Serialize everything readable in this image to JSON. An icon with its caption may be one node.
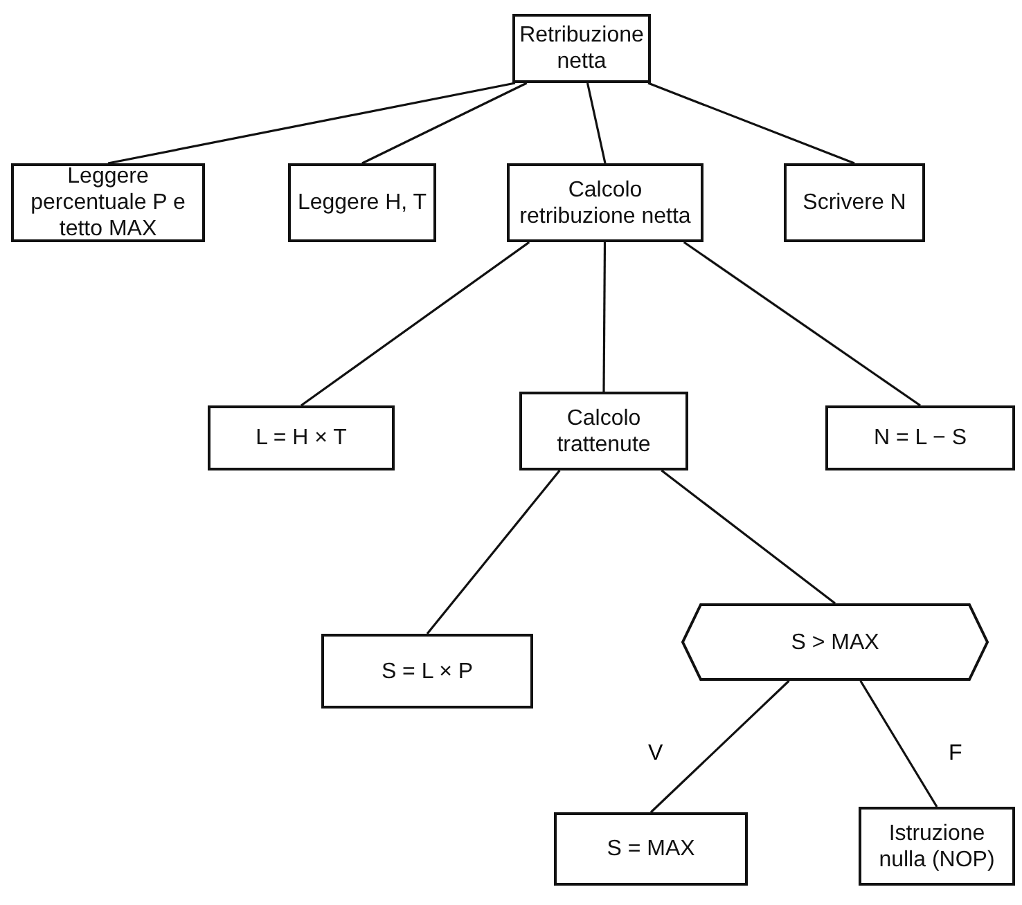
{
  "diagram": {
    "nodes": [
      {
        "text": [
          "Retribuzione netta"
        ]
      },
      {
        "text": [
          "Leggere percentuale P e tetto MAX"
        ]
      },
      {
        "text": [
          "Leggere H, T"
        ]
      },
      {
        "text": [
          "Calcolo retribuzione netta"
        ]
      },
      {
        "text": [
          "Scrivere N"
        ]
      },
      {
        "text": [
          "L = H × T"
        ]
      },
      {
        "text": [
          "Calcolo trattenute"
        ]
      },
      {
        "text": [
          "N = L − S"
        ]
      },
      {
        "text": [
          "S = L × P"
        ]
      },
      {
        "text": [
          "S > MAX"
        ]
      },
      {
        "text": [
          "S = MAX"
        ]
      },
      {
        "text": [
          "Istruzione nulla (NOP)"
        ]
      }
    ],
    "edges": [
      {
        "from": 0,
        "to": 1,
        "arrow": "none"
      },
      {
        "from": 0,
        "to": 2,
        "arrow": "none"
      },
      {
        "from": 0,
        "to": 3,
        "arrow": "none"
      },
      {
        "from": 0,
        "to": 4,
        "arrow": "none"
      },
      {
        "from": 3,
        "to": 5,
        "arrow": "none"
      },
      {
        "from": 3,
        "to": 6,
        "arrow": "none"
      },
      {
        "from": 3,
        "to": 7,
        "arrow": "none"
      },
      {
        "from": 6,
        "to": 8,
        "arrow": "none"
      },
      {
        "from": 6,
        "to": 9,
        "arrow": "none"
      },
      {
        "from": 9,
        "to": 10,
        "arrow": "none",
        "label": "V"
      },
      {
        "from": 9,
        "to": 11,
        "arrow": "none",
        "label": "F"
      }
    ]
  }
}
